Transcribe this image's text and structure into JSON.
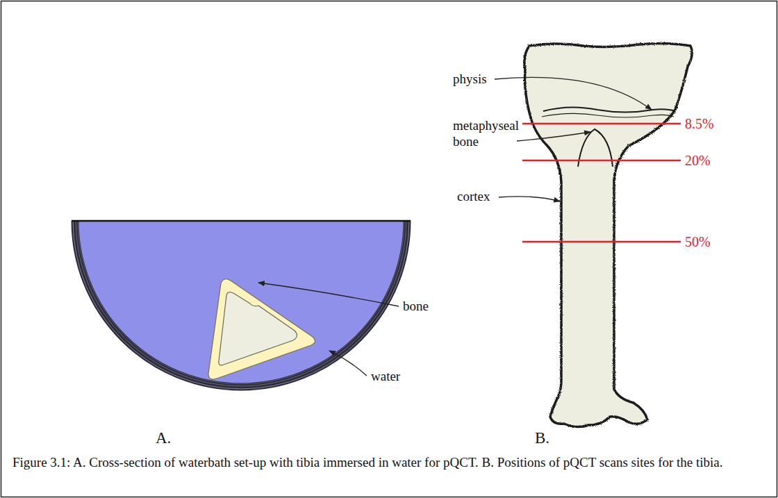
{
  "diagram": {
    "caption": "Figure 3.1: A. Cross-section of waterbath set-up with tibia immersed in water for pQCT. B. Positions of pQCT scans sites for the tibia.",
    "labels": [
      "physis",
      "8.5%",
      "metaphyseal bone",
      "20%",
      "cortex",
      "50%",
      "bone",
      "water",
      "A.",
      "B."
    ]
  }
}
